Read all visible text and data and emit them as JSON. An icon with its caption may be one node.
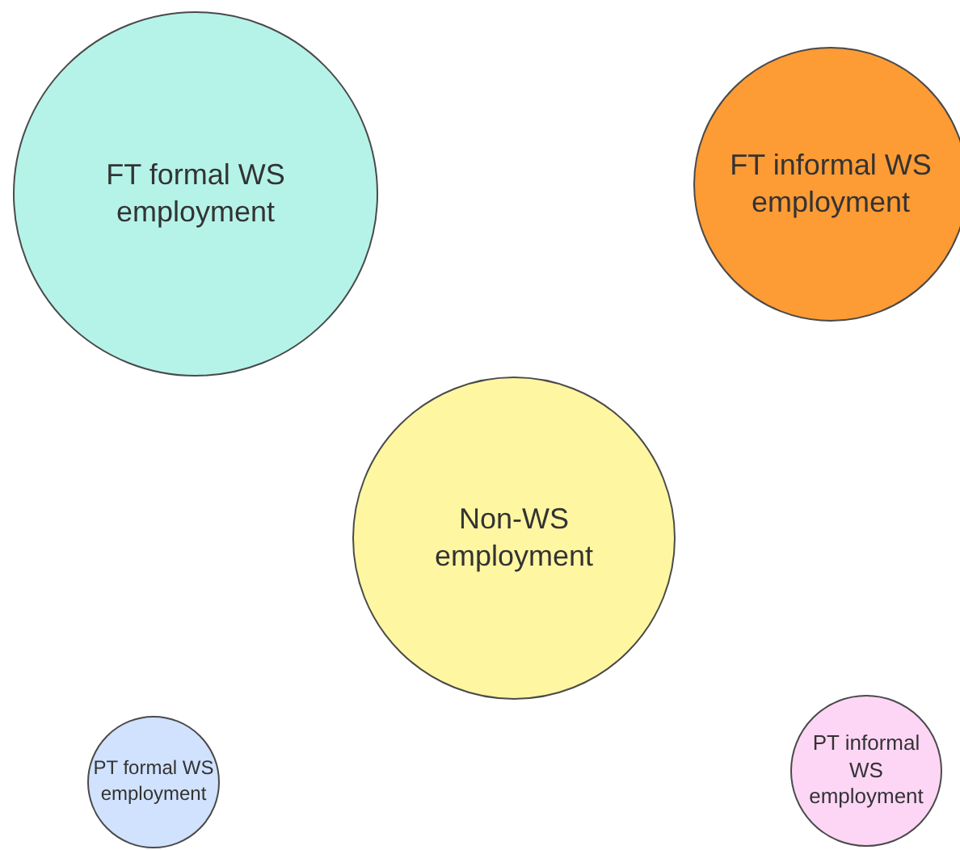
{
  "diagram": {
    "nodes": [
      {
        "text": [
          "FT formal WS employment"
        ]
      },
      {
        "text": [
          "FT informal WS employment"
        ]
      },
      {
        "text": [
          "Non-WS employment"
        ]
      },
      {
        "text": [
          "PT formal WS employment"
        ]
      },
      {
        "text": [
          "PT informal WS employment"
        ]
      }
    ]
  }
}
